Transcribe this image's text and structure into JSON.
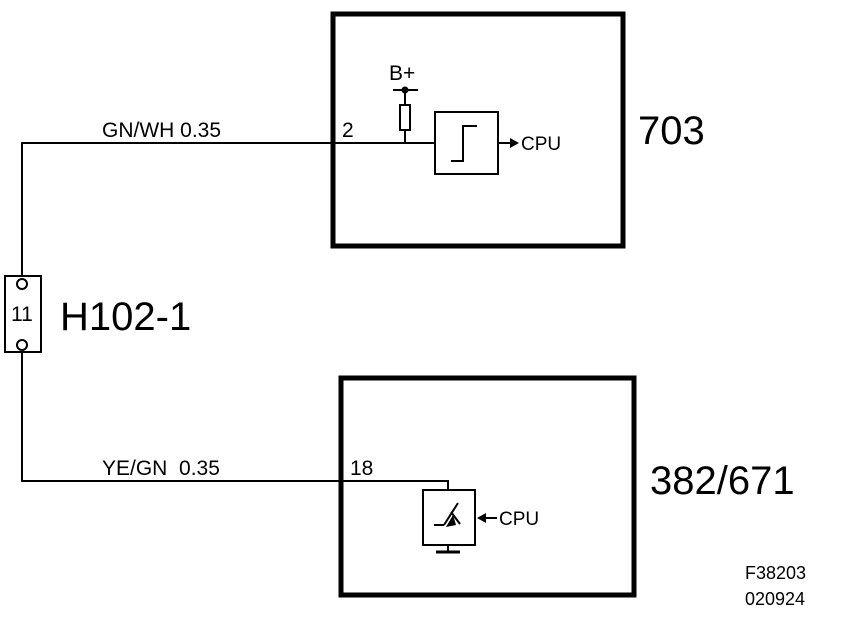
{
  "module_top": {
    "id": "703",
    "pin": "2",
    "supply_label": "B+",
    "output_label": "CPU"
  },
  "module_bottom": {
    "id": "382/671",
    "pin": "18",
    "input_label": "CPU"
  },
  "connector": {
    "id": "H102-1",
    "pin": "11"
  },
  "wires": {
    "top": "GN/WH 0.35",
    "bottom": "YE/GN  0.35"
  },
  "reference": {
    "figure": "F38203",
    "date": "020924"
  }
}
